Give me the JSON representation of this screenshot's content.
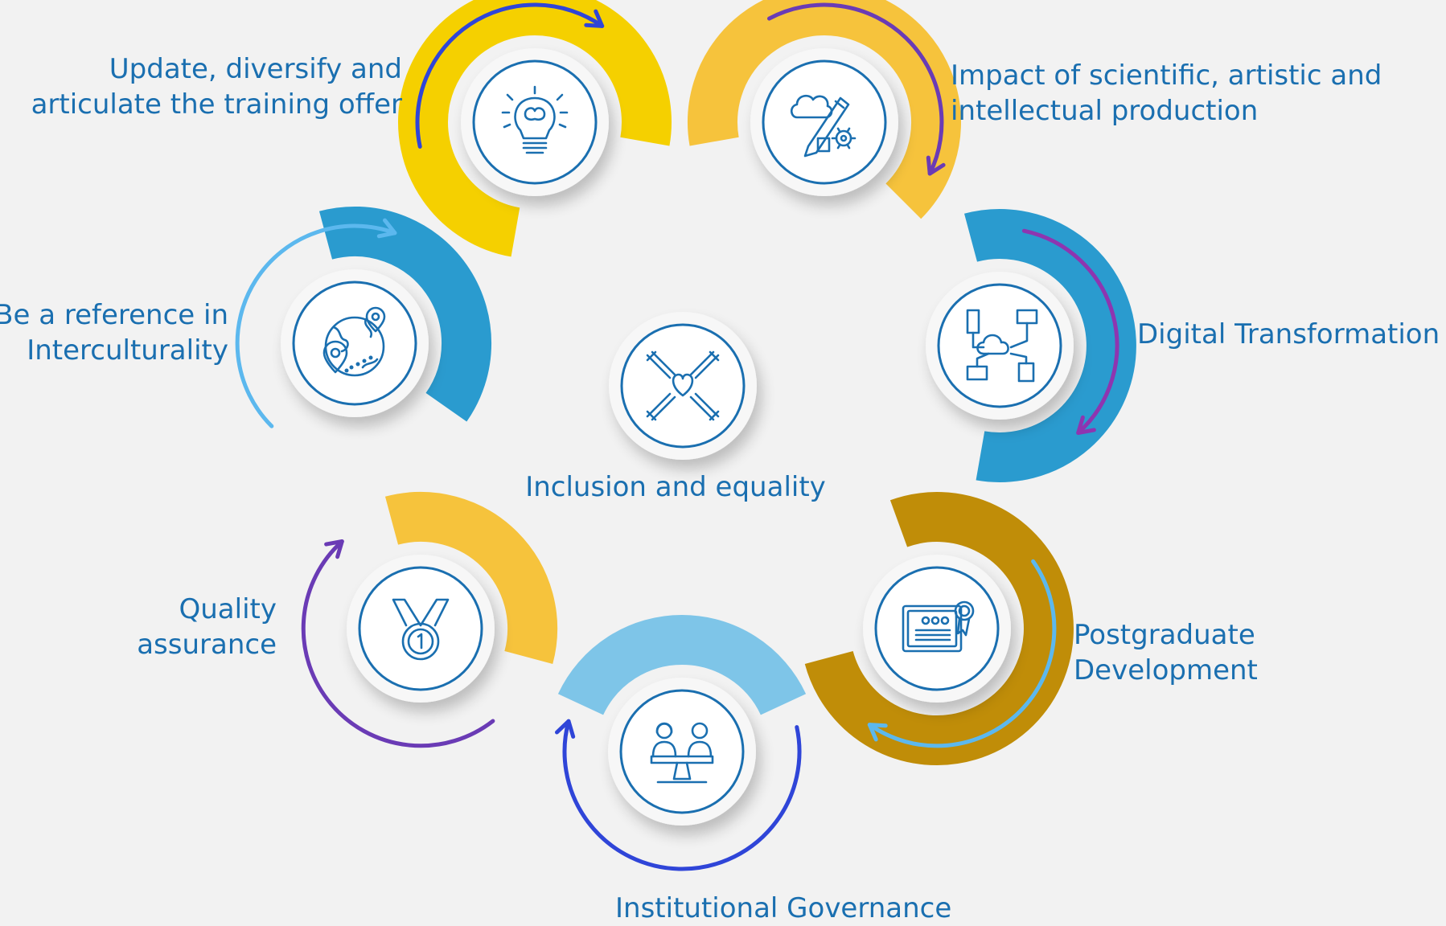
{
  "center": {
    "label": "Inclusion and equality",
    "icon": "hands-heart-icon"
  },
  "nodes": [
    {
      "id": "training",
      "lines": [
        "Update, diversify and",
        "articulate the training offer"
      ],
      "icon": "lightbulb-brain-icon"
    },
    {
      "id": "impact",
      "lines": [
        "Impact of scientific, artistic and",
        "intellectual production"
      ],
      "icon": "idea-pencil-gear-icon"
    },
    {
      "id": "digital",
      "lines": [
        "Digital Transformation"
      ],
      "icon": "cloud-network-icon"
    },
    {
      "id": "postgrad",
      "lines": [
        "Postgraduate",
        "Development"
      ],
      "icon": "certificate-icon"
    },
    {
      "id": "governance",
      "lines": [
        "Institutional Governance"
      ],
      "icon": "balance-people-icon"
    },
    {
      "id": "quality",
      "lines": [
        "Quality",
        "assurance"
      ],
      "icon": "medal-icon"
    },
    {
      "id": "intercultural",
      "lines": [
        "Be a reference in",
        "Interculturality"
      ],
      "icon": "globe-pins-icon"
    }
  ],
  "colors": {
    "text": "#1a6fb0",
    "icon_stroke": "#1a6fb0",
    "segment_yellow": "#f5d000",
    "segment_gold": "#f6c33c",
    "segment_blue": "#2a9bcf",
    "segment_light_blue": "#7ec5e8",
    "segment_dark_gold": "#c08d08",
    "arrow_blue": "#2f45d8",
    "arrow_purple": "#6a3bb5",
    "arrow_violet": "#8e35b0",
    "arrow_light_blue": "#5cb8ee"
  }
}
